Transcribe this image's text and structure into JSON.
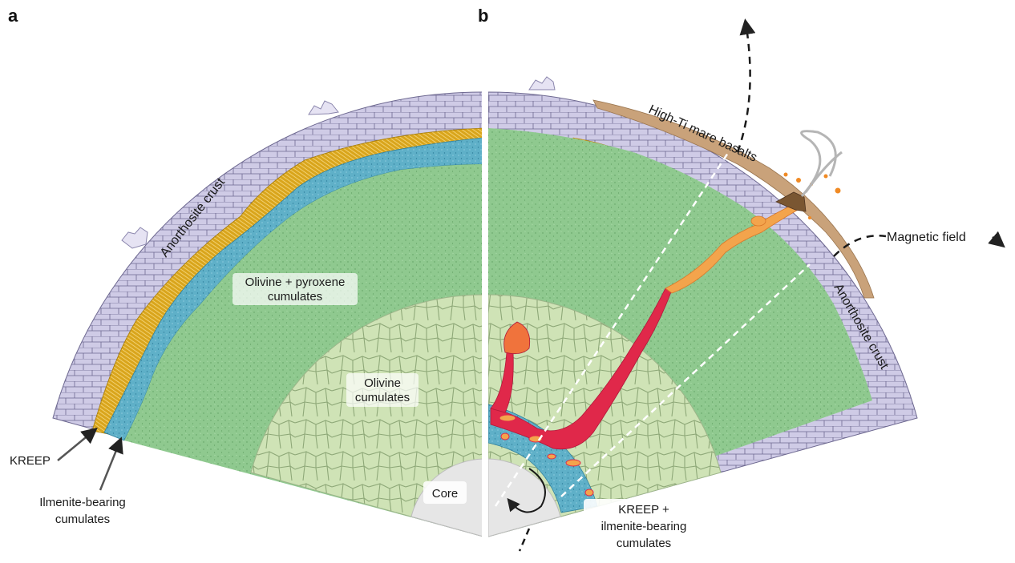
{
  "panels": {
    "a": {
      "letter": "a",
      "labels": {
        "anorthosite_crust": "Anorthosite crust",
        "olivine_pyroxene_line1": "Olivine + pyroxene",
        "olivine_pyroxene_line2": "cumulates",
        "olivine_line1": "Olivine",
        "olivine_line2": "cumulates",
        "core": "Core",
        "kreep": "KREEP",
        "ilmenite_line1": "Ilmenite-bearing",
        "ilmenite_line2": "cumulates"
      }
    },
    "b": {
      "letter": "b",
      "labels": {
        "high_ti": "High-Ti mare basalts",
        "magnetic_field": "Magnetic field",
        "anorthosite_crust": "Anorthosite crust",
        "kreep_line1": "KREEP +",
        "kreep_line2": "ilmenite-bearing",
        "kreep_line3": "cumulates"
      }
    }
  },
  "colors": {
    "crust": "#cfcbe6",
    "crust_lines": "#6d6890",
    "kreep": "#d9a51c",
    "ilmenite": "#5fb0c8",
    "olivine_pyroxene": "#8fc98f",
    "olivine": "#cfe3b6",
    "olivine_lines": "#8ea878",
    "core": "#e6e6e6",
    "magma_red": "#e0284a",
    "magma_orange": "#f3a44c",
    "mare_basalt": "#c9a27a"
  }
}
